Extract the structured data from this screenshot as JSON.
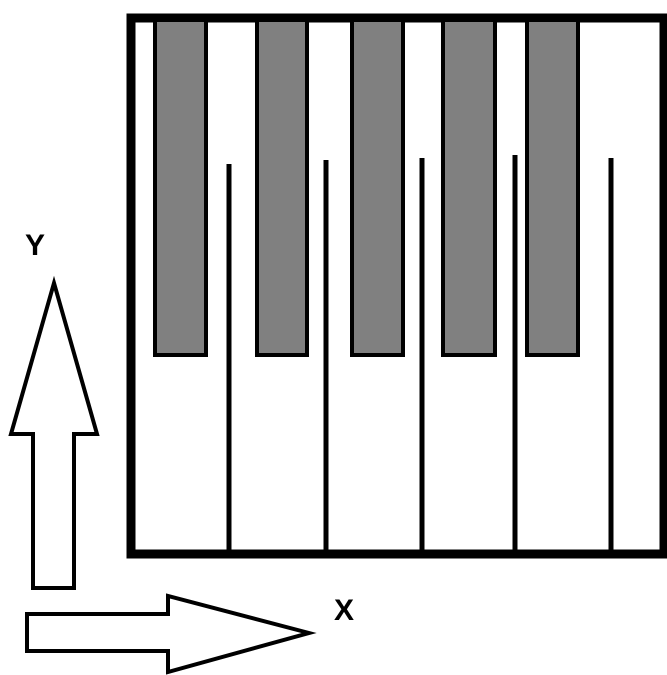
{
  "diagram": {
    "title": "",
    "axis_labels": {
      "x": "X",
      "y": "Y"
    },
    "colors": {
      "background": "#ffffff",
      "outline": "#000000",
      "white_key": "#ffffff",
      "black_key": "#808080",
      "arrow_fill": "#ffffff"
    },
    "keyboard": {
      "white_key_count": 6,
      "black_key_count": 5
    },
    "arrows": [
      {
        "name": "y-axis-arrow",
        "direction": "up"
      },
      {
        "name": "x-axis-arrow",
        "direction": "right"
      }
    ]
  }
}
